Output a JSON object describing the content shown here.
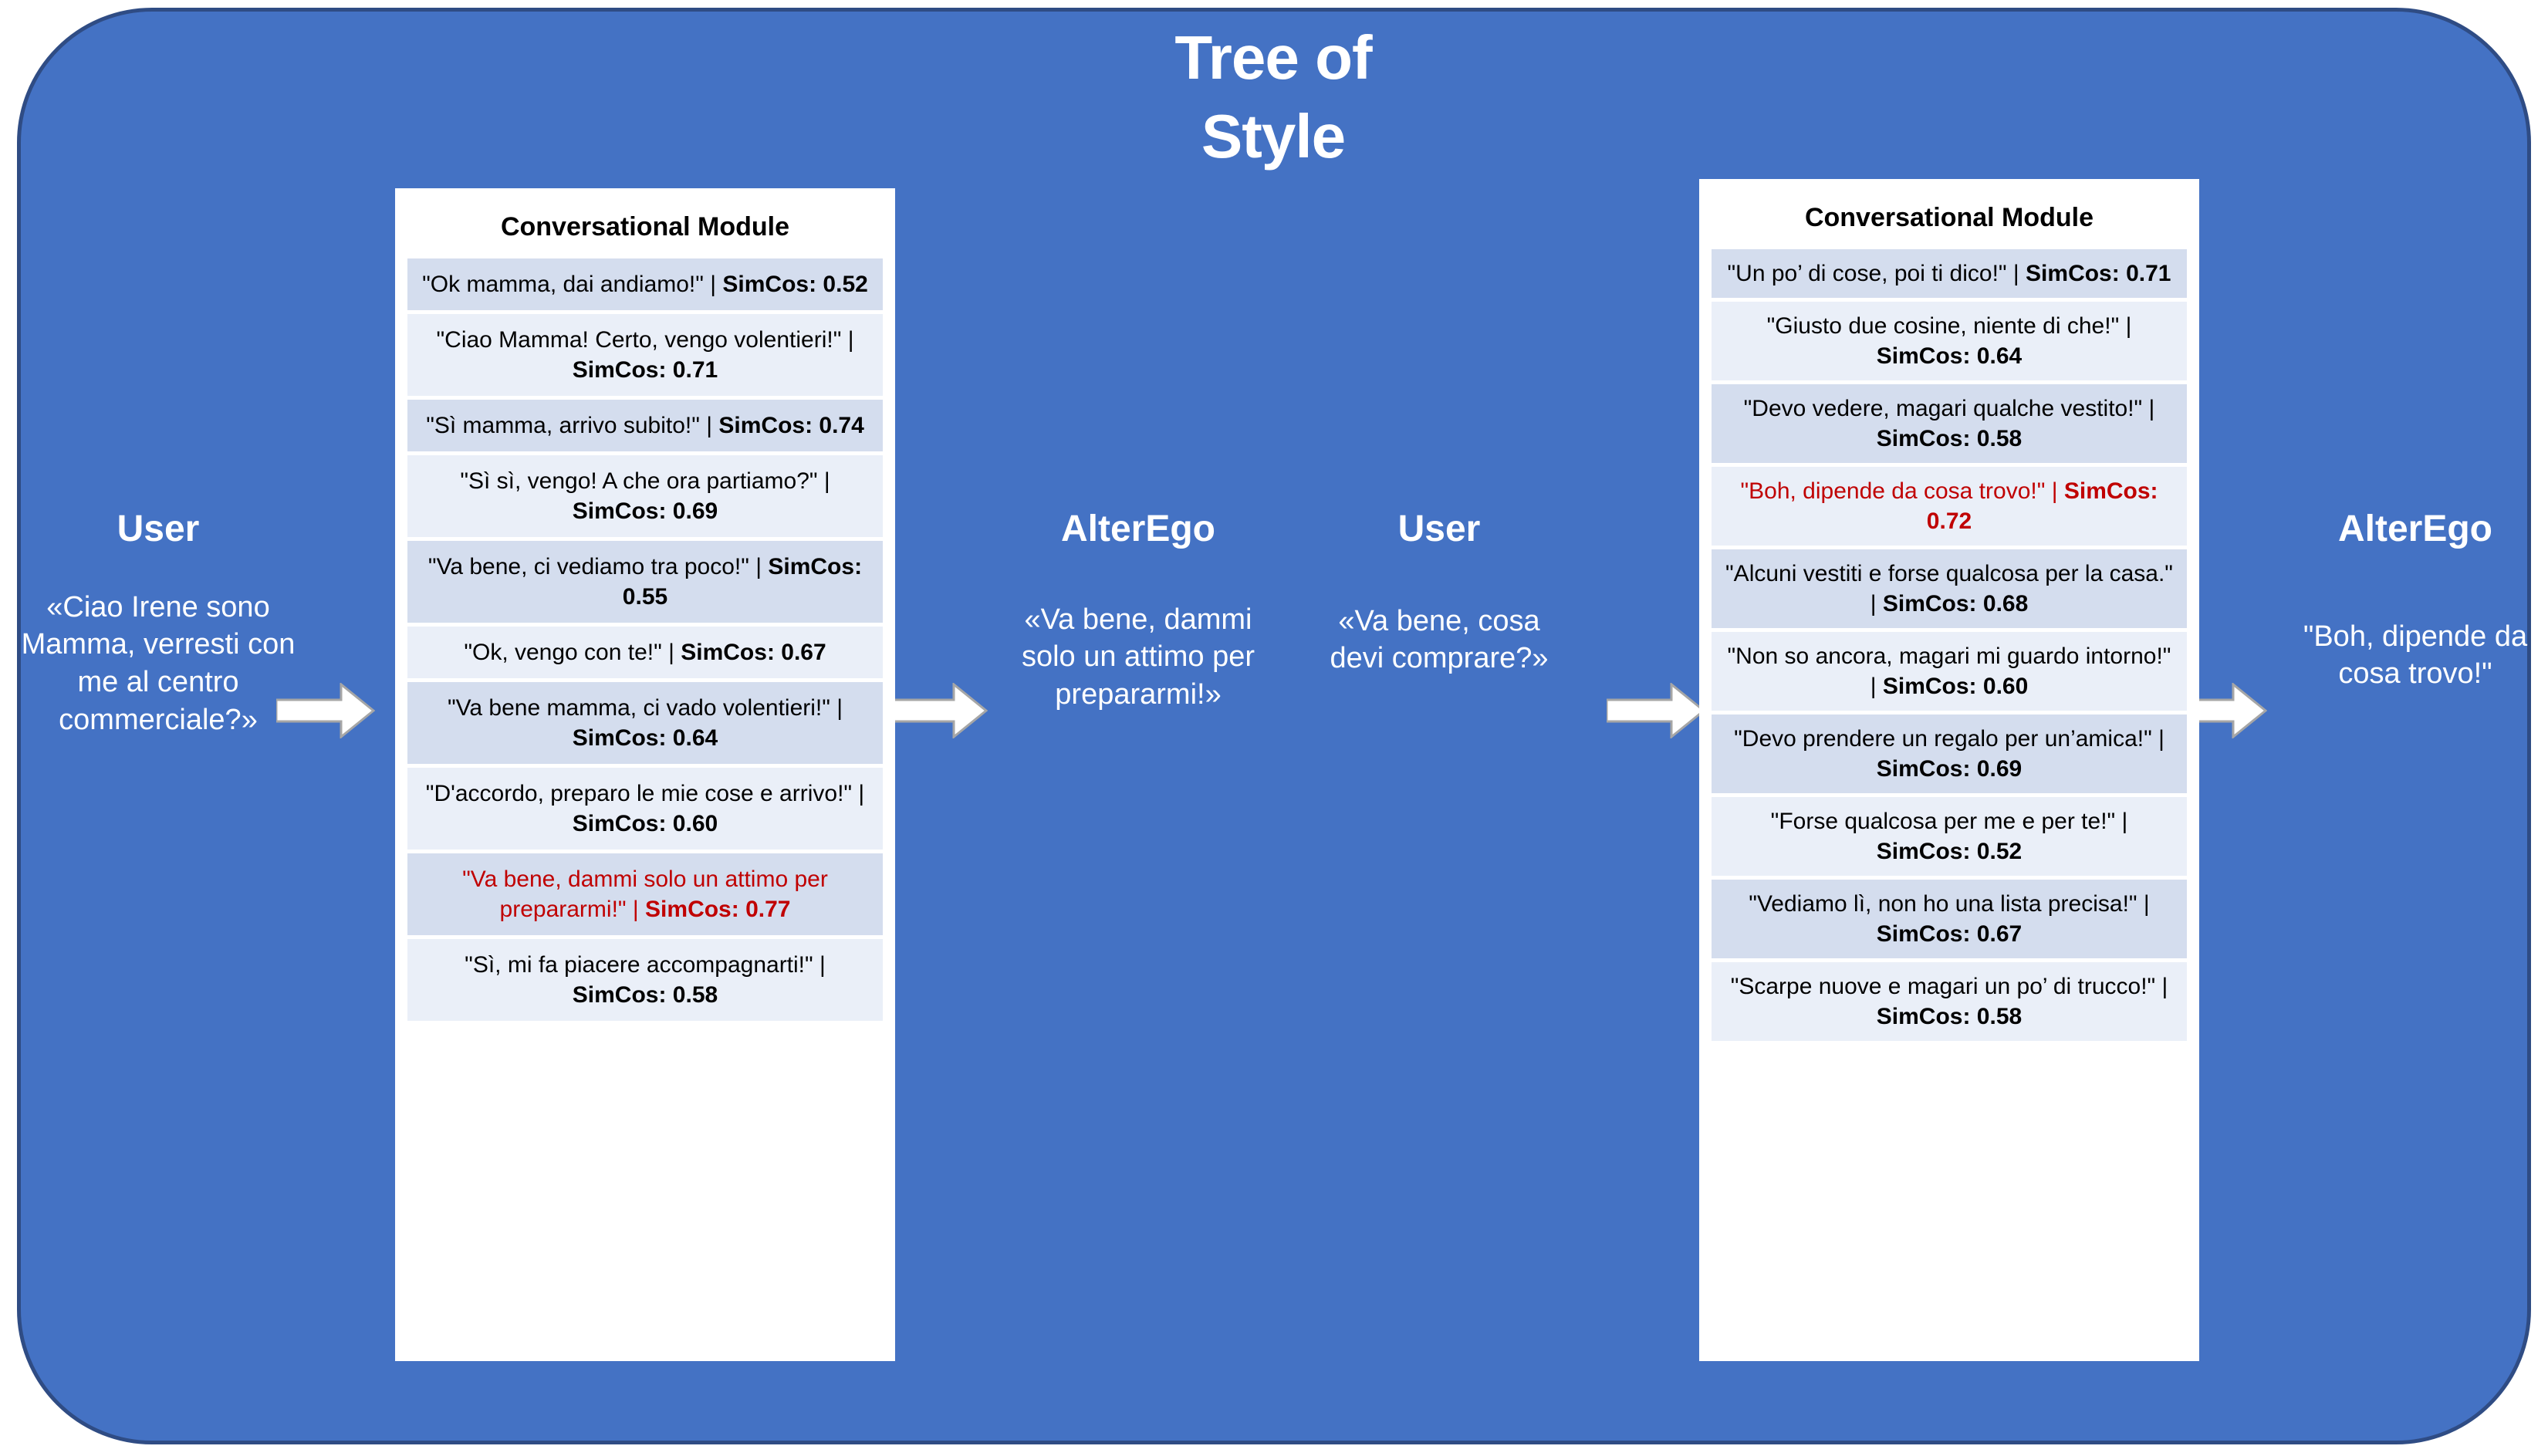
{
  "title": {
    "line1": "Tree of",
    "line2": "Style"
  },
  "colors": {
    "frame_blue": "#4472C4",
    "frame_border": "#2F4C84",
    "row_shade_dark": "#D4DDEE",
    "row_shade_light": "#EAEFF8",
    "highlight_red": "#C00000",
    "text_white": "#FFFFFF",
    "text_black": "#000000"
  },
  "speakers": [
    {
      "name": "User",
      "utterance": "«Ciao Irene sono Mamma, verresti con me al centro commerciale?»"
    },
    {
      "name": "AlterEgo",
      "utterance": "«Va bene, dammi solo un attimo per prepararmi!»"
    },
    {
      "name": "User",
      "utterance": "«Va bene, cosa devi comprare?»"
    },
    {
      "name": "AlterEgo",
      "utterance": "\"Boh, dipende da cosa trovo!\""
    }
  ],
  "arrows": [
    {
      "name": "arrow-user1-to-module1"
    },
    {
      "name": "arrow-module1-to-alterego1"
    },
    {
      "name": "arrow-user2-to-module2"
    },
    {
      "name": "arrow-module2-to-alterego2"
    }
  ],
  "modules": [
    {
      "heading": "Conversational Module",
      "sim_label": "SimCos:",
      "rows": [
        {
          "text": "\"Ok mamma, dai andiamo!\"",
          "sim": "0.52",
          "highlight": false
        },
        {
          "text": "\"Ciao Mamma! Certo, vengo volentieri!\"",
          "sim": "0.71",
          "highlight": false
        },
        {
          "text": "\"Sì mamma, arrivo subito!\"",
          "sim": "0.74",
          "highlight": false
        },
        {
          "text": "\"Sì sì, vengo! A che ora partiamo?\"",
          "sim": "0.69",
          "highlight": false
        },
        {
          "text": "\"Va bene, ci vediamo tra poco!\"",
          "sim": "0.55",
          "highlight": false
        },
        {
          "text": "\"Ok, vengo con te!\"",
          "sim": "0.67",
          "highlight": false
        },
        {
          "text": "\"Va bene mamma, ci vado volentieri!\"",
          "sim": "0.64",
          "highlight": false
        },
        {
          "text": "\"D'accordo, preparo le mie cose e arrivo!\"",
          "sim": "0.60",
          "highlight": false
        },
        {
          "text": "\"Va bene, dammi solo un attimo per prepararmi!\"",
          "sim": "0.77",
          "highlight": true
        },
        {
          "text": "\"Sì, mi fa piacere accompagnarti!\"",
          "sim": "0.58",
          "highlight": false
        }
      ]
    },
    {
      "heading": "Conversational Module",
      "sim_label": "SimCos:",
      "rows": [
        {
          "text": "\"Un po’ di cose, poi ti dico!\"",
          "sim": "0.71",
          "highlight": false
        },
        {
          "text": "\"Giusto due cosine, niente di che!\"",
          "sim": "0.64",
          "highlight": false
        },
        {
          "text": "\"Devo vedere, magari qualche vestito!\"",
          "sim": "0.58",
          "highlight": false
        },
        {
          "text": "\"Boh, dipende da cosa trovo!\"",
          "sim": "0.72",
          "highlight": true
        },
        {
          "text": "\"Alcuni vestiti e forse qualcosa per la casa.\"",
          "sim": "0.68",
          "highlight": false
        },
        {
          "text": "\"Non so ancora, magari mi guardo intorno!\"",
          "sim": "0.60",
          "highlight": false
        },
        {
          "text": "\"Devo prendere un regalo per un’amica!\"",
          "sim": "0.69",
          "highlight": false
        },
        {
          "text": "\"Forse qualcosa per me e per te!\"",
          "sim": "0.52",
          "highlight": false
        },
        {
          "text": "\"Vediamo lì, non ho una lista precisa!\"",
          "sim": "0.67",
          "highlight": false
        },
        {
          "text": "\"Scarpe nuove e magari un po’ di trucco!\"",
          "sim": "0.58",
          "highlight": false
        }
      ]
    }
  ]
}
